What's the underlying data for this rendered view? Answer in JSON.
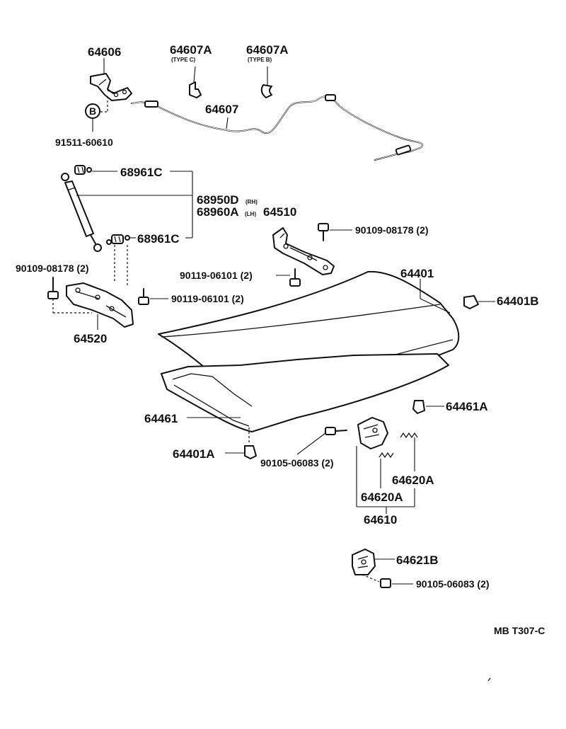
{
  "parts": {
    "p64606": "64606",
    "p91511": "91511-60610",
    "p64607A_c": "64607A",
    "type_c": "(TYPE C)",
    "p64607A_b": "64607A",
    "type_b": "(TYPE B)",
    "p64607": "64607",
    "p68961C_top": "68961C",
    "p68950D": "68950D",
    "rh": "(RH)",
    "p68960A": "68960A",
    "lh": "(LH)",
    "p64510": "64510",
    "p68961C_bottom": "68961C",
    "p90109_right": "90109-08178 (2)",
    "p90109_left": "90109-08178 (2)",
    "p90119_mid": "90119-06101 (2)",
    "p90119_left": "90119-06101 (2)",
    "p64401": "64401",
    "p64401B": "64401B",
    "p64520": "64520",
    "p64461": "64461",
    "p64461A": "64461A",
    "p64401A": "64401A",
    "p90105_mid": "90105-06083 (2)",
    "p64620A_right": "64620A",
    "p64620A_left": "64620A",
    "p64610": "64610",
    "p64621B": "64621B",
    "p90105_bottom": "90105-06083 (2)",
    "bolt_letter": "B"
  },
  "footer": {
    "code": "MB T307-C"
  }
}
